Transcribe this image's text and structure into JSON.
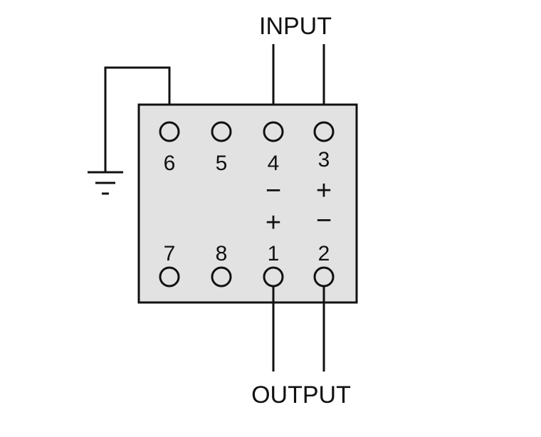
{
  "labels": {
    "input": "INPUT",
    "output": "OUTPUT"
  },
  "pins": {
    "p1": "1",
    "p2": "2",
    "p3": "3",
    "p4": "4",
    "p5": "5",
    "p6": "6",
    "p7": "7",
    "p8": "8"
  },
  "polarity": {
    "pin4": "−",
    "pin3": "+",
    "pin1": "+",
    "pin2": "−"
  },
  "colors": {
    "body_fill": "#e2e2e2",
    "line": "#111111",
    "background": "#ffffff"
  }
}
